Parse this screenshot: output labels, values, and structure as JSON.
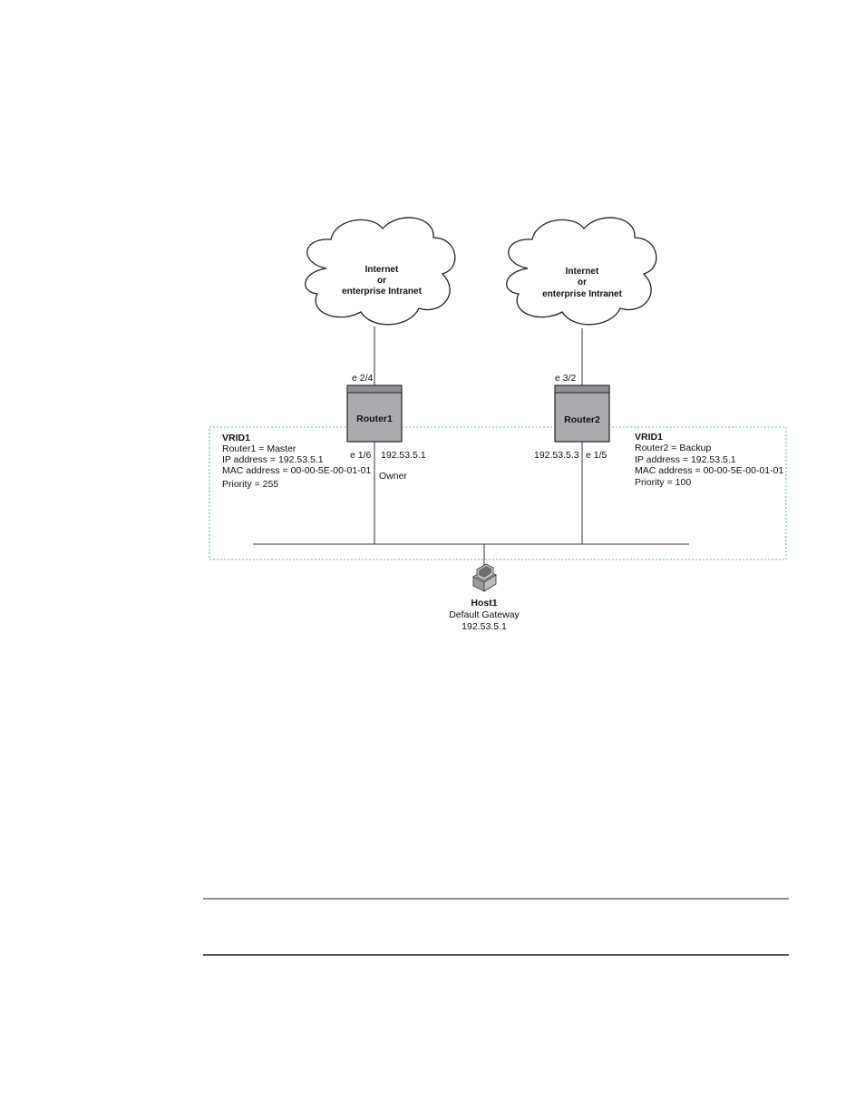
{
  "clouds": [
    {
      "line1": "Internet",
      "line2": "or",
      "line3": "enterprise Intranet"
    },
    {
      "line1": "Internet",
      "line2": "or",
      "line3": "enterprise Intranet"
    }
  ],
  "routers": [
    {
      "name": "Router1",
      "upper_port": "e 2/4",
      "lower_port": "e 1/6",
      "ip": "192.53.5.1",
      "role_note": "Owner"
    },
    {
      "name": "Router2",
      "upper_port": "e 3/2",
      "lower_port": "e 1/5",
      "ip": "192.53.5.3"
    }
  ],
  "vrid_left": {
    "title": "VRID1",
    "lines": [
      "Router1 = Master",
      "IP address = 192.53.5.1",
      "MAC address = 00-00-5E-00-01-01",
      "Priority = 255"
    ]
  },
  "vrid_right": {
    "title": "VRID1",
    "lines": [
      "Router2 = Backup",
      "IP address = 192.53.5.1",
      "MAC address = 00-00-5E-00-01-01",
      "Priority = 100"
    ]
  },
  "host": {
    "name": "Host1",
    "line2": "Default Gateway",
    "line3": "192.53.5.1",
    "icon": "computer-icon"
  },
  "colors": {
    "vrid_border": "#5fb3d6",
    "router_fill": "#a9abae",
    "router_band": "#8e9094"
  }
}
